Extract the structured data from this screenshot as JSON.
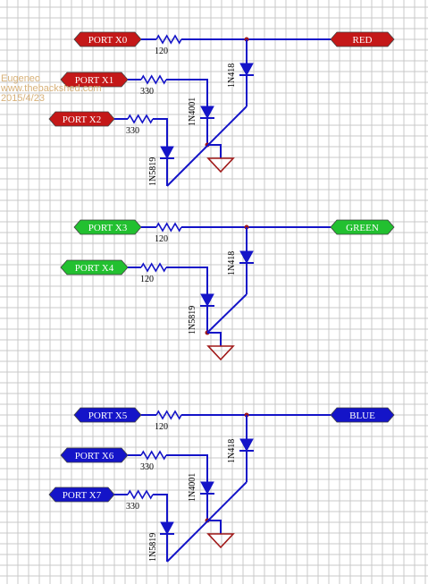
{
  "watermark": {
    "name": "Eugeneo",
    "site": "www.thebackshed.com",
    "date": "2015/4/23"
  },
  "colors": {
    "grid": "#c8c8c8",
    "wire": "#1414c8",
    "ground": "#a01818",
    "red_port": "#c41818",
    "green_port": "#22c030",
    "blue_port": "#1414c8"
  },
  "sections": [
    {
      "id": "red",
      "output_label": "RED",
      "port_color": "red_port",
      "ports": [
        {
          "label": "PORT X0",
          "resistor": "120"
        },
        {
          "label": "PORT X1",
          "resistor": "330",
          "diode": "1N4001"
        },
        {
          "label": "PORT X2",
          "resistor": "330",
          "diode": "1N5819"
        }
      ],
      "main_diode": "1N418"
    },
    {
      "id": "green",
      "output_label": "GREEN",
      "port_color": "green_port",
      "ports": [
        {
          "label": "PORT X3",
          "resistor": "120"
        },
        {
          "label": "PORT X4",
          "resistor": "120",
          "diode": "1N5819"
        }
      ],
      "main_diode": "1N418"
    },
    {
      "id": "blue",
      "output_label": "BLUE",
      "port_color": "blue_port",
      "ports": [
        {
          "label": "PORT X5",
          "resistor": "120"
        },
        {
          "label": "PORT X6",
          "resistor": "330",
          "diode": "1N4001"
        },
        {
          "label": "PORT X7",
          "resistor": "330",
          "diode": "1N5819"
        }
      ],
      "main_diode": "1N418"
    }
  ]
}
